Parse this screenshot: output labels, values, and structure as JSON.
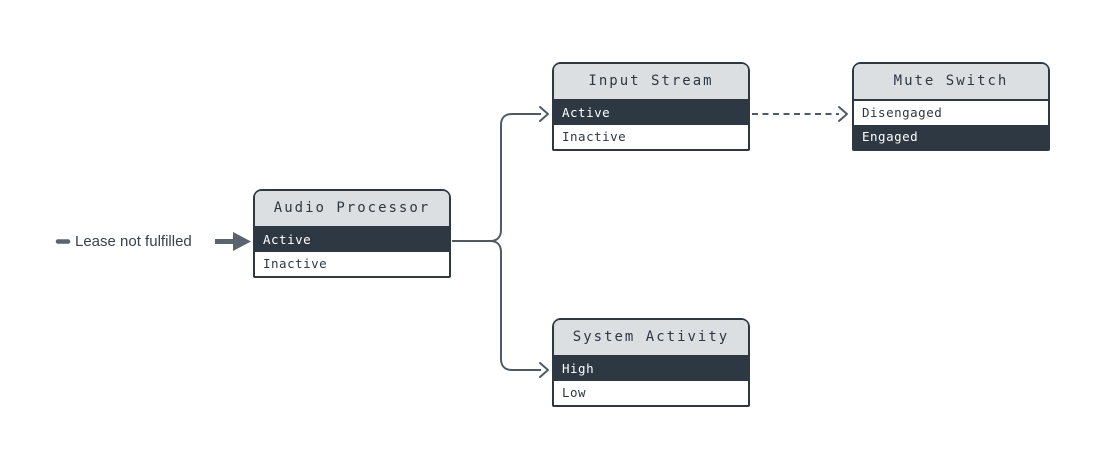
{
  "annotation": {
    "label": "Lease not fulfilled"
  },
  "nodes": {
    "audio_processor": {
      "title": "Audio Processor",
      "rows": [
        {
          "label": "Active",
          "state": "active"
        },
        {
          "label": "Inactive",
          "state": "inactive"
        }
      ]
    },
    "input_stream": {
      "title": "Input Stream",
      "rows": [
        {
          "label": "Active",
          "state": "active"
        },
        {
          "label": "Inactive",
          "state": "inactive"
        }
      ]
    },
    "mute_switch": {
      "title": "Mute Switch",
      "rows": [
        {
          "label": "Disengaged",
          "state": "inactive"
        },
        {
          "label": "Engaged",
          "state": "active"
        }
      ]
    },
    "system_activity": {
      "title": "System Activity",
      "rows": [
        {
          "label": "High",
          "state": "active"
        },
        {
          "label": "Low",
          "state": "inactive"
        }
      ]
    }
  },
  "colors": {
    "dark": "#2d3843",
    "header_bg": "#dbdfe2",
    "connector": "#4e5a64",
    "annotation_arrow": "#59646e",
    "row_active_bg": "#2d3843",
    "row_active_text": "#ffffff"
  }
}
